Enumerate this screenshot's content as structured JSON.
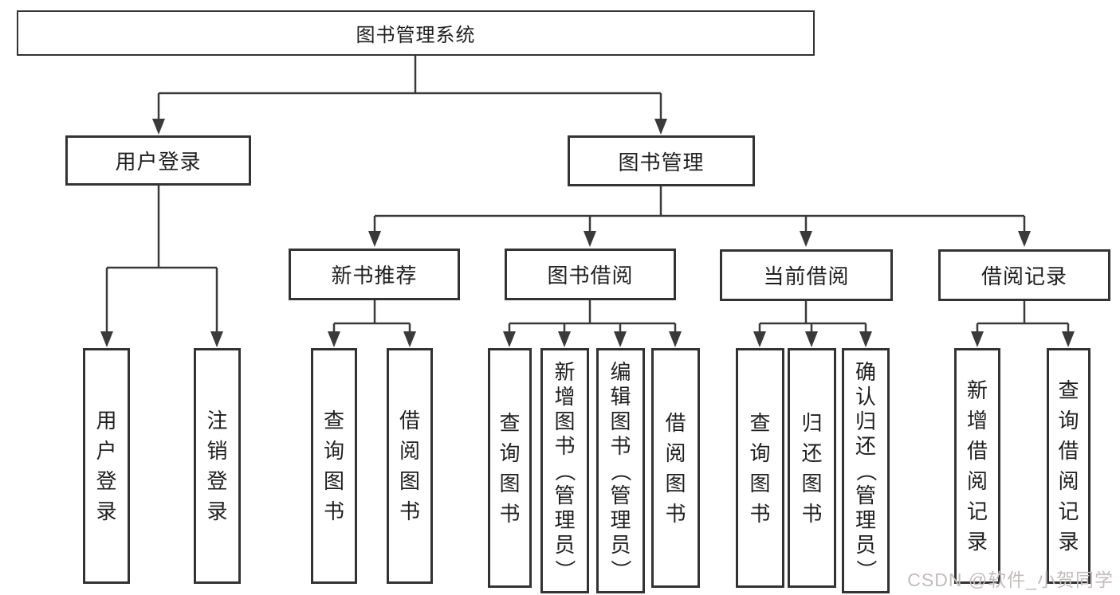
{
  "nodes": {
    "root": "图书管理系统",
    "login": "用户登录",
    "manage": "图书管理",
    "login_children": [
      "用户登录",
      "注销登录"
    ],
    "recommend": "新书推荐",
    "borrow": "图书借阅",
    "current": "当前借阅",
    "record": "借阅记录",
    "recommend_children": [
      "查询图书",
      "借阅图书"
    ],
    "borrow_children": [
      "查询图书",
      "新增图书（管理员）",
      "编辑图书（管理员）",
      "借阅图书"
    ],
    "current_children": [
      "查询图书",
      "归还图书",
      "确认归还（管理员）"
    ],
    "record_children": [
      "新增借阅记录",
      "查询借阅记录"
    ],
    "arrow_icon": "solid-triangle-down-arrow"
  },
  "watermark": {
    "text": "CSDN @软件_小贺同学",
    "color": "#c3bcbc"
  },
  "style": {
    "line_color": "#3a3a3a",
    "border_color": "#333333",
    "background": "#ffffff",
    "text_color": "#1f1f1f"
  }
}
